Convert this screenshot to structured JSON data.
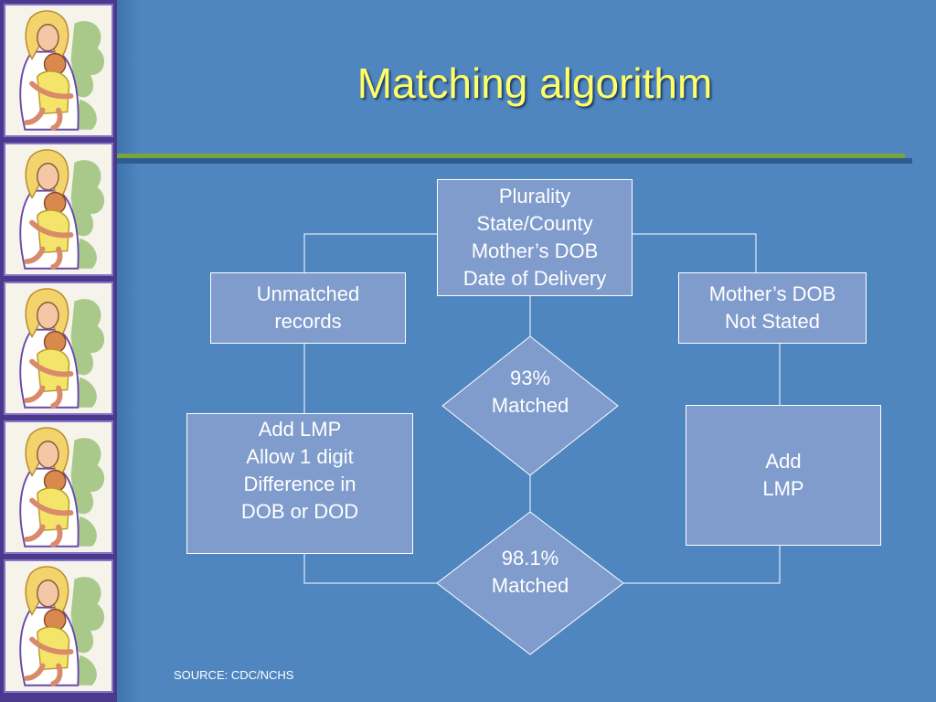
{
  "slide": {
    "title": "Matching algorithm",
    "source": "SOURCE: CDC/NCHS"
  },
  "flowchart": {
    "top_box": [
      "Plurality",
      "State/County",
      "Mother’s DOB",
      "Date of Delivery"
    ],
    "unmatched_box": [
      "Unmatched",
      "records"
    ],
    "dob_not_stated_box": [
      "Mother’s DOB",
      "Not Stated"
    ],
    "decision_1": [
      "93%",
      "Matched"
    ],
    "add_lmp_allow_box": [
      "Add LMP",
      "Allow 1 digit",
      "Difference in",
      "DOB or DOD"
    ],
    "add_lmp_box": [
      "Add",
      "LMP"
    ],
    "decision_2": [
      "98.1%",
      "Matched"
    ]
  },
  "colors": {
    "background": "#4f86c0",
    "title": "#ffff66",
    "box_fill": "#7f9ccc",
    "rule": "#7aa33c"
  },
  "icons": [
    "mother-and-child-illustration"
  ]
}
